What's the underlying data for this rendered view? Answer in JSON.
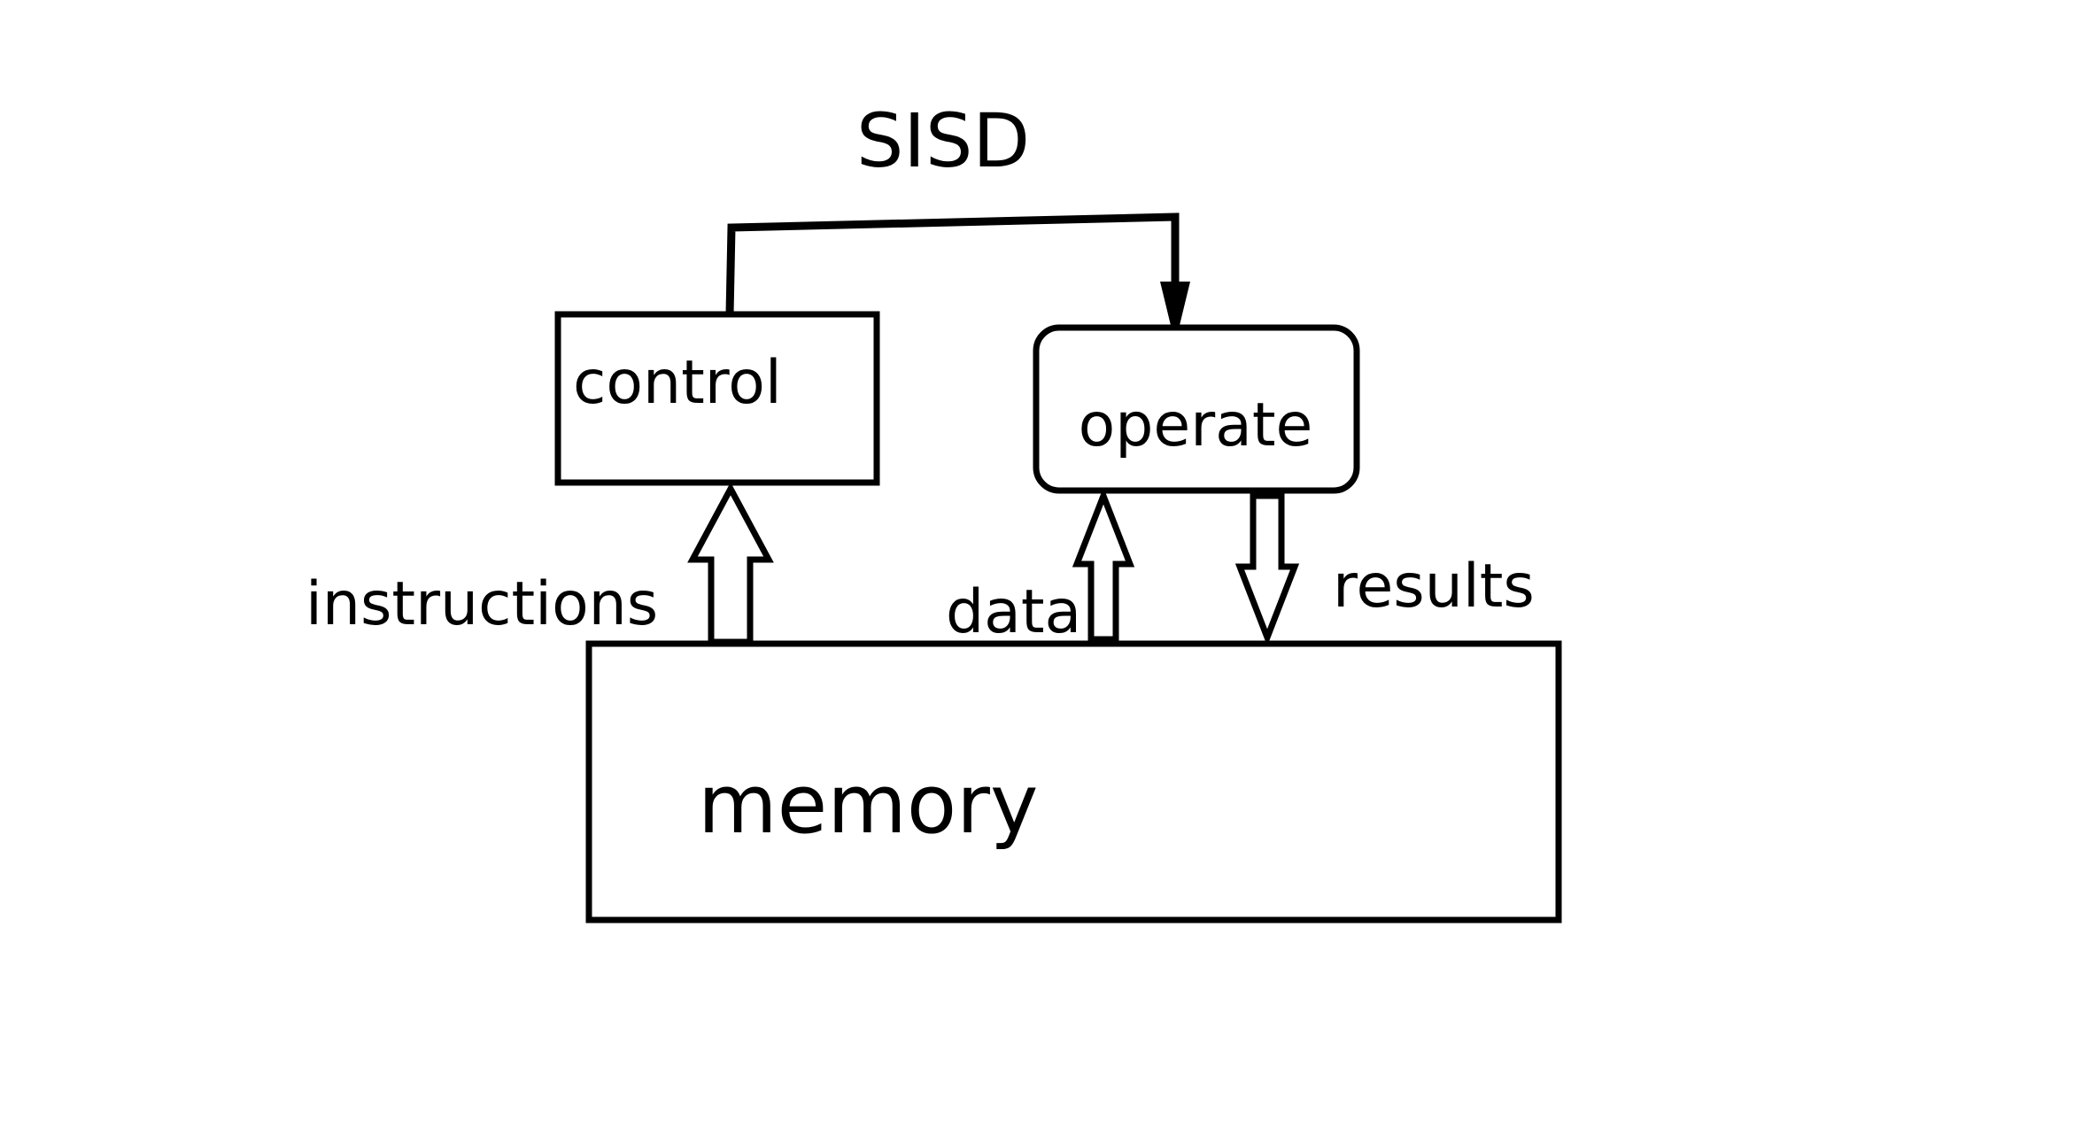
{
  "diagram": {
    "title": "SISD",
    "nodes": {
      "control": "control",
      "operate": "operate",
      "memory": "memory"
    },
    "edges": {
      "instructions": "instructions",
      "data": "data",
      "results": "results"
    }
  },
  "colors": {
    "stroke": "#000000",
    "background": "#ffffff"
  }
}
